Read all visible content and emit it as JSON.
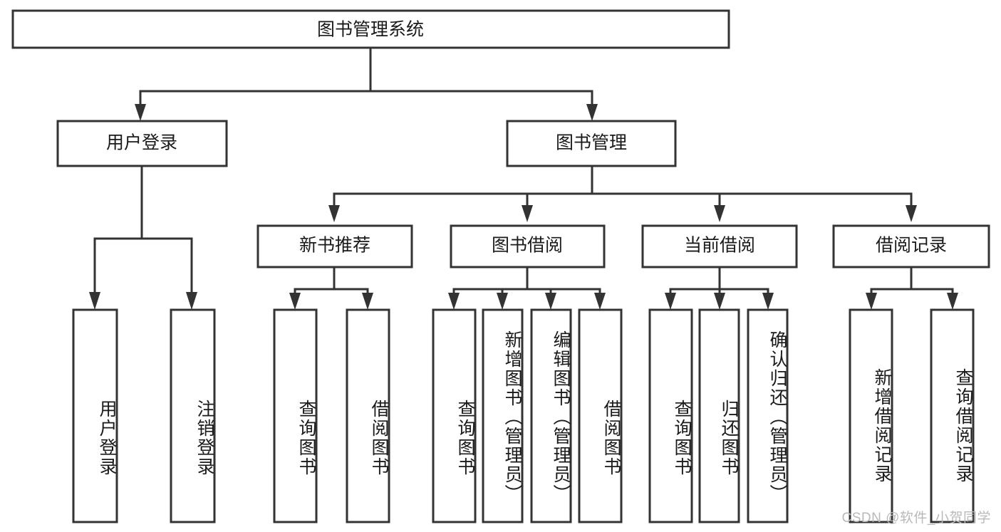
{
  "diagram": {
    "type": "tree-hierarchy",
    "title": "图书管理系统",
    "levels": [
      {
        "level": 0,
        "nodes": [
          {
            "id": "root",
            "label": "图书管理系统",
            "orientation": "horizontal"
          }
        ]
      },
      {
        "level": 1,
        "nodes": [
          {
            "id": "user-login",
            "label": "用户登录",
            "orientation": "horizontal",
            "parent": "root"
          },
          {
            "id": "book-manage",
            "label": "图书管理",
            "orientation": "horizontal",
            "parent": "root"
          }
        ]
      },
      {
        "level": 2,
        "nodes": [
          {
            "id": "new-book-rec",
            "label": "新书推荐",
            "orientation": "horizontal",
            "parent": "book-manage"
          },
          {
            "id": "book-borrow",
            "label": "图书借阅",
            "orientation": "horizontal",
            "parent": "book-manage"
          },
          {
            "id": "current-borrow",
            "label": "当前借阅",
            "orientation": "horizontal",
            "parent": "book-manage"
          },
          {
            "id": "borrow-record",
            "label": "借阅记录",
            "orientation": "horizontal",
            "parent": "book-manage"
          }
        ]
      },
      {
        "level": 3,
        "nodes": [
          {
            "id": "leaf-user-login",
            "label": "用户登录",
            "orientation": "vertical",
            "parent": "user-login"
          },
          {
            "id": "leaf-logout",
            "label": "注销登录",
            "orientation": "vertical",
            "parent": "user-login"
          },
          {
            "id": "leaf-query-book-1",
            "label": "查询图书",
            "orientation": "vertical",
            "parent": "new-book-rec"
          },
          {
            "id": "leaf-borrow-book-1",
            "label": "借阅图书",
            "orientation": "vertical",
            "parent": "new-book-rec"
          },
          {
            "id": "leaf-query-book-2",
            "label": "查询图书",
            "orientation": "vertical",
            "parent": "book-borrow"
          },
          {
            "id": "leaf-add-book",
            "label": "新增图书（管理员）",
            "orientation": "vertical",
            "parent": "book-borrow"
          },
          {
            "id": "leaf-edit-book",
            "label": "编辑图书（管理员）",
            "orientation": "vertical",
            "parent": "book-borrow"
          },
          {
            "id": "leaf-borrow-book-2",
            "label": "借阅图书",
            "orientation": "vertical",
            "parent": "book-borrow"
          },
          {
            "id": "leaf-query-book-3",
            "label": "查询图书",
            "orientation": "vertical",
            "parent": "current-borrow"
          },
          {
            "id": "leaf-return-book",
            "label": "归还图书",
            "orientation": "vertical",
            "parent": "current-borrow"
          },
          {
            "id": "leaf-confirm-return",
            "label": "确认归还（管理员）",
            "orientation": "vertical",
            "parent": "current-borrow"
          },
          {
            "id": "leaf-add-record",
            "label": "新增借阅记录",
            "orientation": "vertical",
            "parent": "borrow-record"
          },
          {
            "id": "leaf-query-record",
            "label": "查询借阅记录",
            "orientation": "vertical",
            "parent": "borrow-record"
          }
        ]
      }
    ],
    "colors": {
      "box_fill": "#ffffff",
      "box_stroke": "#333333",
      "text": "#1a1a1a",
      "connector": "#333333",
      "background": "#ffffff",
      "watermark": "#b9b9b9"
    }
  },
  "watermark": {
    "text": "CSDN @软件_小贺同学"
  }
}
